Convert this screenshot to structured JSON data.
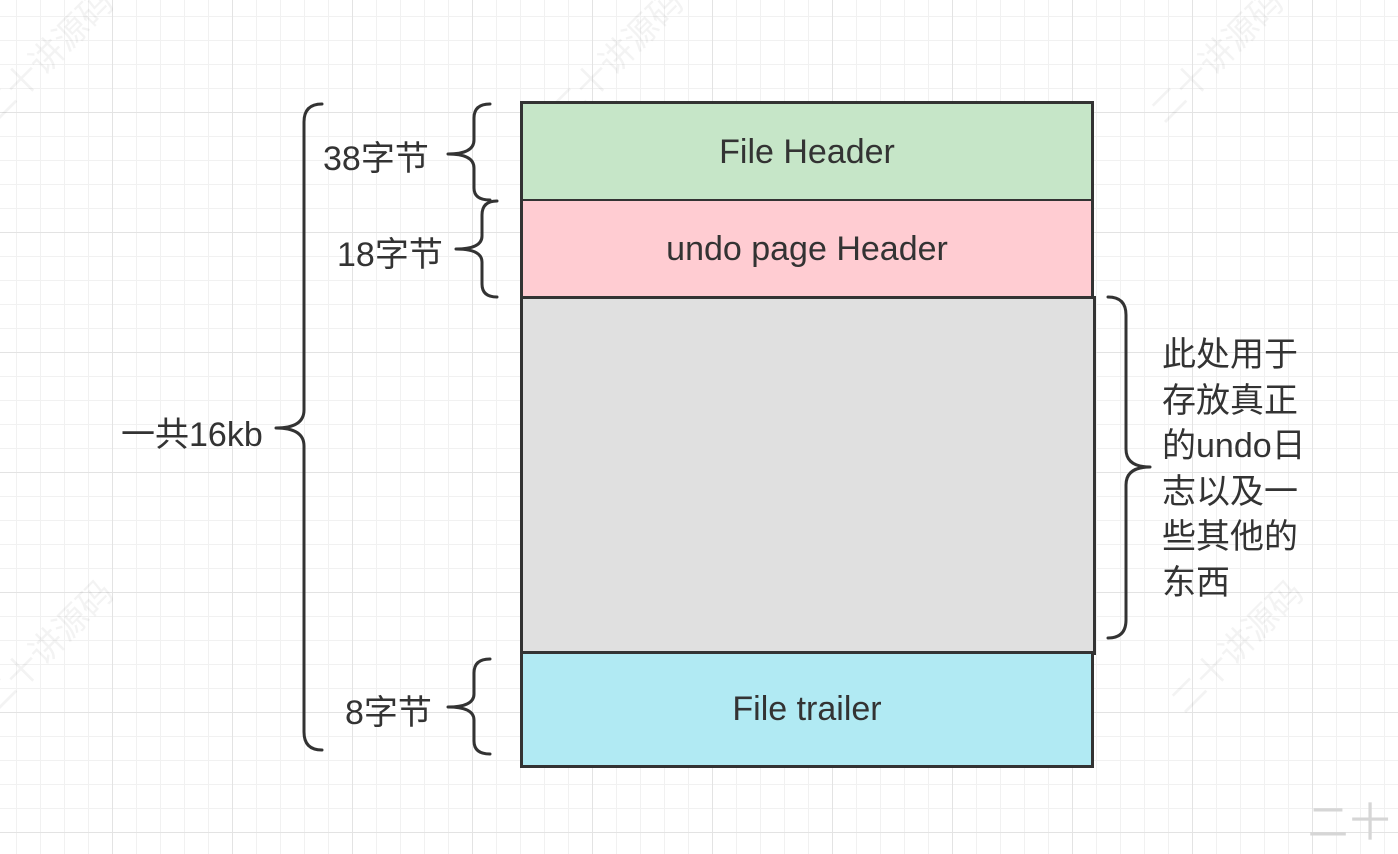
{
  "diagram": {
    "segments": {
      "file_header": "File Header",
      "undo_page_header": "undo page Header",
      "body": "",
      "file_trailer": "File trailer"
    },
    "sizes": {
      "file_header": "38字节",
      "undo_page_header": "18字节",
      "file_trailer": "8字节",
      "total": "一共16kb"
    },
    "body_note": "此处用于存放真正的undo日志以及一些其他的东西",
    "colors": {
      "file_header": "#c6e6c8",
      "undo_page_header": "#ffccd2",
      "body": "#e0e0e0",
      "file_trailer": "#b1eaf3",
      "border": "#333333"
    }
  },
  "watermark": {
    "text": "二十讲源码",
    "corner": "二十"
  }
}
